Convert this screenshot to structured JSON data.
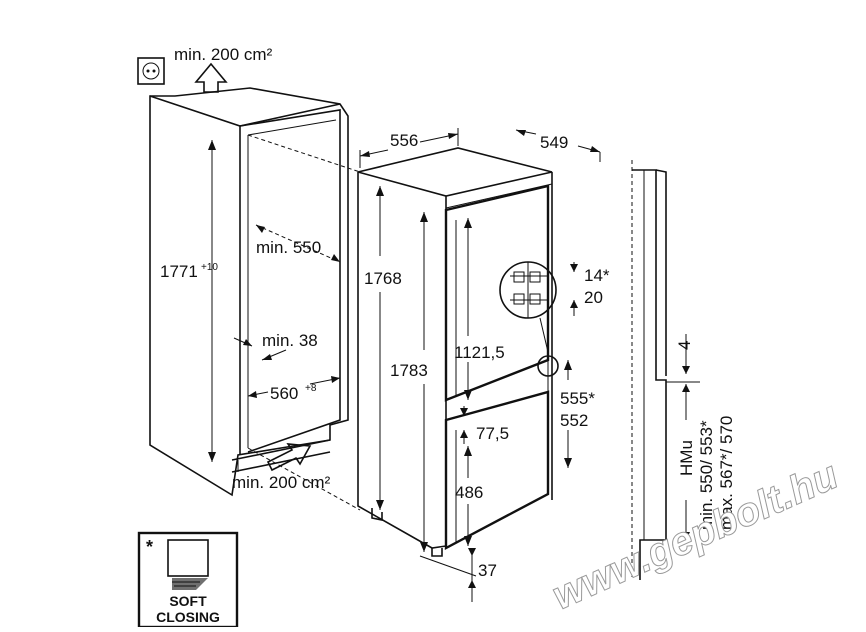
{
  "labels": {
    "vent_top": "min. 200 cm²",
    "vent_bottom": "min. 200 cm²",
    "niche_height": "1771",
    "niche_height_tol": "+10",
    "min_depth": "min. 550",
    "min_38": "min. 38",
    "niche_width": "560",
    "niche_width_tol": "+8",
    "width_556": "556",
    "depth_549": "549",
    "height_1768": "1768",
    "height_1783": "1783",
    "door_1121": "1121,5",
    "hinge_14": "14*",
    "hinge_20": "20",
    "door_555": "555*",
    "door_552": "552",
    "gap_775": "77,5",
    "lower_486": "486",
    "base_37": "37",
    "side_4": "4",
    "side_hmu": "HMu",
    "side_min": "min. 550/ 553*",
    "side_max": "max. 567*/ 570",
    "soft_star": "*",
    "soft_line1": "SOFT",
    "soft_line2": "CLOSING",
    "watermark": "www.gepbolt.hu"
  }
}
